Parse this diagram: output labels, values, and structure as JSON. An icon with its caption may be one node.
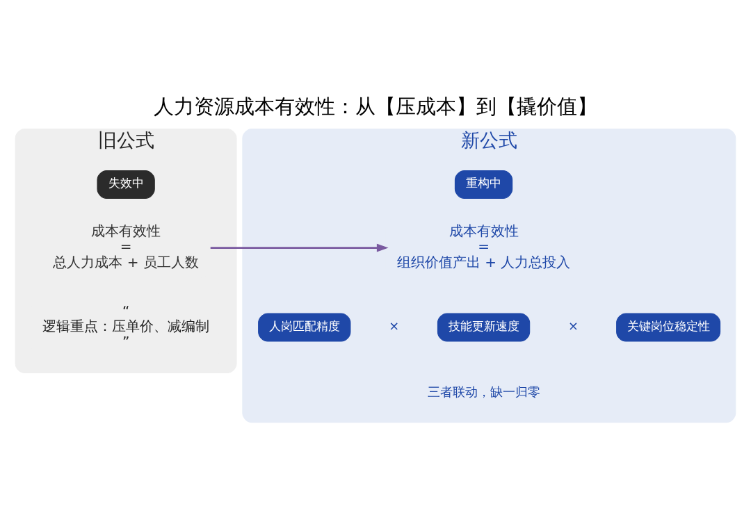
{
  "diagram": {
    "title": "人力资源成本有效性：从【压成本】到【撬价值】",
    "nodes": [
      {
        "text": [
          "旧公式"
        ]
      },
      {
        "text": [
          "失效中"
        ],
        "in": 0
      },
      {
        "text": [
          "成本有效性",
          "=",
          "总人力成本 + 员工人数"
        ],
        "in": 0
      },
      {
        "text": [
          "“",
          "逻辑重点：压单价、减编制",
          "”"
        ],
        "in": 0
      },
      {
        "text": [
          "新公式"
        ]
      },
      {
        "text": [
          "重构中"
        ],
        "in": 4
      },
      {
        "text": [
          "成本有效性",
          "=",
          "组织价值产出 + 人力总投入"
        ],
        "in": 4
      },
      {
        "text": [
          "人岗匹配精度"
        ],
        "in": 4
      },
      {
        "text": [
          "技能更新速度"
        ],
        "in": 4
      },
      {
        "text": [
          "关键岗位稳定性"
        ],
        "in": 4
      }
    ],
    "edges": [
      {
        "from": 2,
        "to": 6,
        "arrow": "to"
      }
    ],
    "labels": [
      "×",
      "×",
      "三者联动，缺一归零"
    ]
  }
}
